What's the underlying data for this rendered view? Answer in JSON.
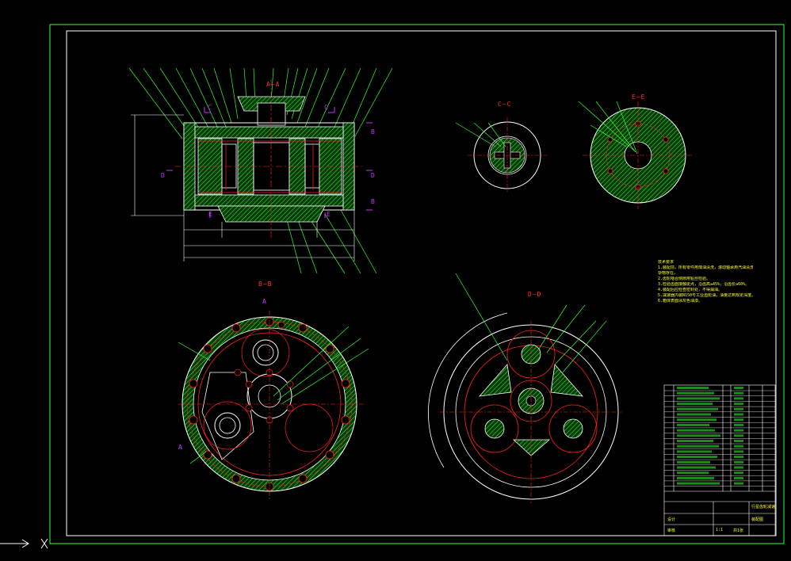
{
  "views": {
    "main_section_mark": "A—A",
    "section_c": "C—C",
    "section_e": "E—E",
    "section_b": "B—B",
    "section_d": "D—D",
    "cut_marks": [
      "C",
      "C",
      "B",
      "B",
      "D",
      "D",
      "E",
      "E",
      "A",
      "A"
    ]
  },
  "notes": {
    "heading": "技术要求",
    "lines": [
      "1.装配前，所有零件用煤油清洗，滚动轴承用汽油清洗，箱体内不允许有任何",
      "  杂物存在。",
      "2.齿轮啮合侧隙用铅丝检验。",
      "3.检验齿面接触斑点，沿齿高≥45%，沿齿长≥60%。",
      "4.装配后应检查密封处，不得漏油。",
      "5.减速器内装N150号工业齿轮油，油量达到规定深度。",
      "6.箱体表面涂灰色油漆。"
    ]
  },
  "title_block": {
    "title": "行星齿轮减速器",
    "drawing_no": "装配图",
    "scale": "1:1",
    "sheet": "共1张",
    "designer": "设计",
    "checker": "审核"
  },
  "colors": {
    "frame": "#33ff33",
    "part": "#ffffff",
    "hidden": "#ff2020",
    "hatch": "#33ff33",
    "dim": "#ffff33"
  }
}
